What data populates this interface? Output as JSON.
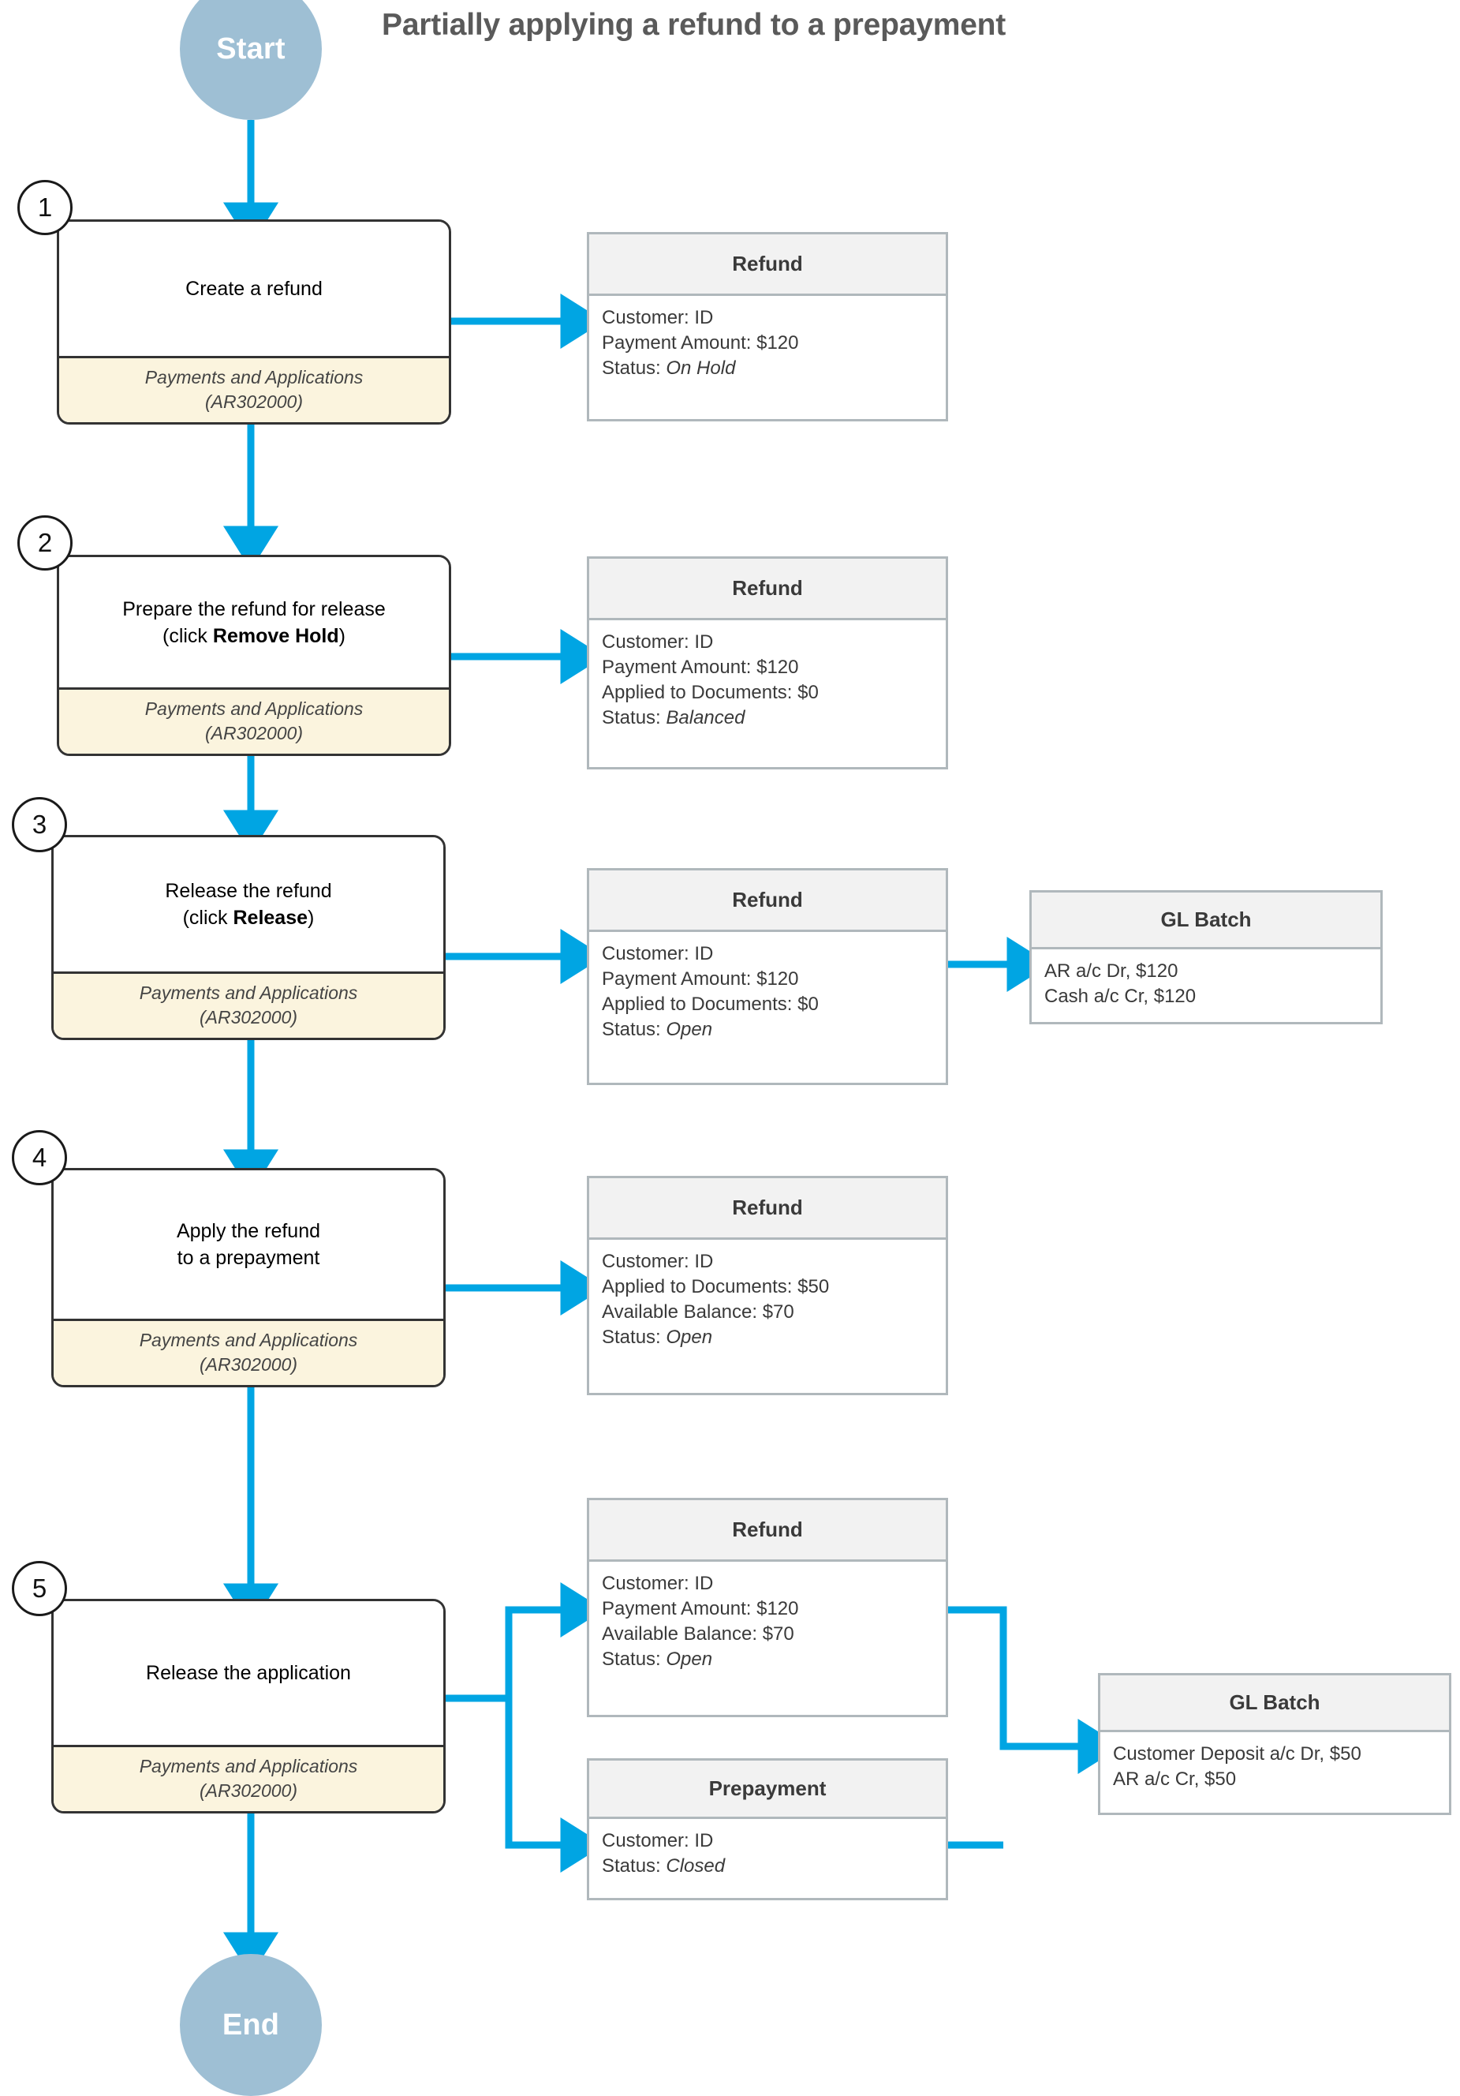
{
  "title": "Partially applying a refund to a prepayment",
  "colors": {
    "arrow": "#00A5E3",
    "terminator": "#9EBFD4",
    "screen_band": "#FBF4DE",
    "card_header": "#F2F2F2",
    "card_border": "#B0B8BC",
    "step_border": "#333333",
    "title_text": "#5A5A5A"
  },
  "terminators": {
    "start": "Start",
    "end": "End"
  },
  "screen_name": "Payments and Applications",
  "screen_id": "(AR302000)",
  "steps": [
    {
      "number": "1",
      "text_line1": "Create a refund",
      "text_line2": "",
      "screen": "Payments and Applications",
      "screen_id": "(AR302000)"
    },
    {
      "number": "2",
      "text_line1": "Prepare the refund for release",
      "text_line2_pre": "(click ",
      "text_line2_bold": "Remove Hold",
      "text_line2_post": ")",
      "screen": "Payments and Applications",
      "screen_id": "(AR302000)"
    },
    {
      "number": "3",
      "text_line1": "Release the refund",
      "text_line2_pre": "(click ",
      "text_line2_bold": "Release",
      "text_line2_post": ")",
      "screen": "Payments and Applications",
      "screen_id": "(AR302000)"
    },
    {
      "number": "4",
      "text_line1": "Apply the refund",
      "text_line2": "to a prepayment",
      "screen": "Payments and Applications",
      "screen_id": "(AR302000)"
    },
    {
      "number": "5",
      "text_line1": "Release the application",
      "text_line2": "",
      "screen": "Payments and Applications",
      "screen_id": "(AR302000)"
    }
  ],
  "cards": {
    "refund1": {
      "header": "Refund",
      "lines": [
        {
          "label": "Customer: ",
          "value": "ID",
          "italic": false
        },
        {
          "label": "Payment Amount: ",
          "value": "$120",
          "italic": false
        },
        {
          "label": "Status: ",
          "value": "On Hold",
          "italic": true
        }
      ]
    },
    "refund2": {
      "header": "Refund",
      "lines": [
        {
          "label": "Customer: ",
          "value": "ID",
          "italic": false
        },
        {
          "label": "Payment Amount: ",
          "value": "$120",
          "italic": false
        },
        {
          "label": "Applied to Documents: ",
          "value": "$0",
          "italic": false
        },
        {
          "label": "Status: ",
          "value": "Balanced",
          "italic": true
        }
      ]
    },
    "refund3": {
      "header": "Refund",
      "lines": [
        {
          "label": "Customer: ",
          "value": "ID",
          "italic": false
        },
        {
          "label": "Payment Amount: ",
          "value": "$120",
          "italic": false
        },
        {
          "label": "Applied to Documents: ",
          "value": "$0",
          "italic": false
        },
        {
          "label": "Status: ",
          "value": "Open",
          "italic": true
        }
      ]
    },
    "glbatch3": {
      "header": "GL Batch",
      "lines": [
        {
          "label": "AR a/c Dr, $120",
          "value": "",
          "italic": false
        },
        {
          "label": "Cash a/c Cr, $120",
          "value": "",
          "italic": false
        }
      ]
    },
    "refund4": {
      "header": "Refund",
      "lines": [
        {
          "label": "Customer: ",
          "value": "ID",
          "italic": false
        },
        {
          "label": "Applied to Documents: ",
          "value": "$50",
          "italic": false
        },
        {
          "label": "Available Balance: ",
          "value": "$70",
          "italic": false
        },
        {
          "label": "Status: ",
          "value": "Open",
          "italic": true
        }
      ]
    },
    "refund5": {
      "header": "Refund",
      "lines": [
        {
          "label": "Customer: ",
          "value": "ID",
          "italic": false
        },
        {
          "label": "Payment Amount: ",
          "value": "$120",
          "italic": false
        },
        {
          "label": "Available Balance: ",
          "value": "$70",
          "italic": false
        },
        {
          "label": "Status: ",
          "value": "Open",
          "italic": true
        }
      ]
    },
    "prepayment5": {
      "header": "Prepayment",
      "lines": [
        {
          "label": "Customer: ",
          "value": "ID",
          "italic": false
        },
        {
          "label": "Status: ",
          "value": "Closed",
          "italic": true
        }
      ]
    },
    "glbatch5": {
      "header": "GL Batch",
      "lines": [
        {
          "label": "Customer Deposit a/c Dr, $50",
          "value": "",
          "italic": false
        },
        {
          "label": "AR a/c Cr, $50",
          "value": "",
          "italic": false
        }
      ]
    }
  }
}
